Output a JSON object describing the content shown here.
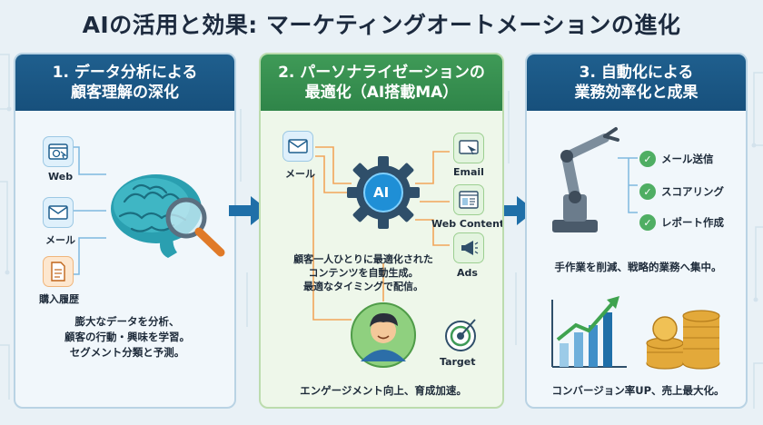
{
  "title": "AIの活用と効果: マーケティングオートメーションの進化",
  "panels": [
    {
      "header_line1": "1. データ分析による",
      "header_line2": "顧客理解の深化",
      "inputs": [
        {
          "label": "Web",
          "icon": "web-browser-icon"
        },
        {
          "label": "メール",
          "icon": "mail-icon"
        },
        {
          "label": "購入履歴",
          "icon": "document-icon"
        }
      ],
      "center_icon": "brain-magnifier-icon",
      "text_lines": [
        "膨大なデータを分析、",
        "顧客の行動・興味を学習。",
        "セグメント分類と予測。"
      ]
    },
    {
      "header_line1": "2. パーソナライゼーションの",
      "header_line2": "最適化（AI搭載MA）",
      "left_input": {
        "label": "メール",
        "icon": "mail-icon"
      },
      "core_label": "AI",
      "core_icon": "ai-gear-icon",
      "channels": [
        {
          "label": "Email",
          "icon": "email-cursor-icon"
        },
        {
          "label": "Web Content",
          "icon": "web-content-icon"
        },
        {
          "label": "Ads",
          "icon": "megaphone-icon"
        }
      ],
      "text_lines": [
        "顧客一人ひとりに最適化された",
        "コンテンツを自動生成。",
        "最適なタイミングで配信。"
      ],
      "person_icon": "customer-avatar-icon",
      "target_label": "Target",
      "target_icon": "target-icon",
      "footer": "エンゲージメント向上、育成加速。"
    },
    {
      "header_line1": "3. 自動化による",
      "header_line2": "業務効率化と成果",
      "robot_icon": "robot-arm-icon",
      "tasks": [
        "メール送信",
        "スコアリング",
        "レポート作成"
      ],
      "middle_text": "手作業を削減、戦略的業務へ集中。",
      "chart_icon": "growth-chart-icon",
      "coins_icon": "coins-icon",
      "footer": "コンバージョン率UP、売上最大化。"
    }
  ],
  "colors": {
    "blue_header": "#1f5f8e",
    "green_header": "#3f9a57",
    "arrow": "#1f6fa8",
    "check": "#4fae63",
    "orange_line": "#f2a55a"
  }
}
